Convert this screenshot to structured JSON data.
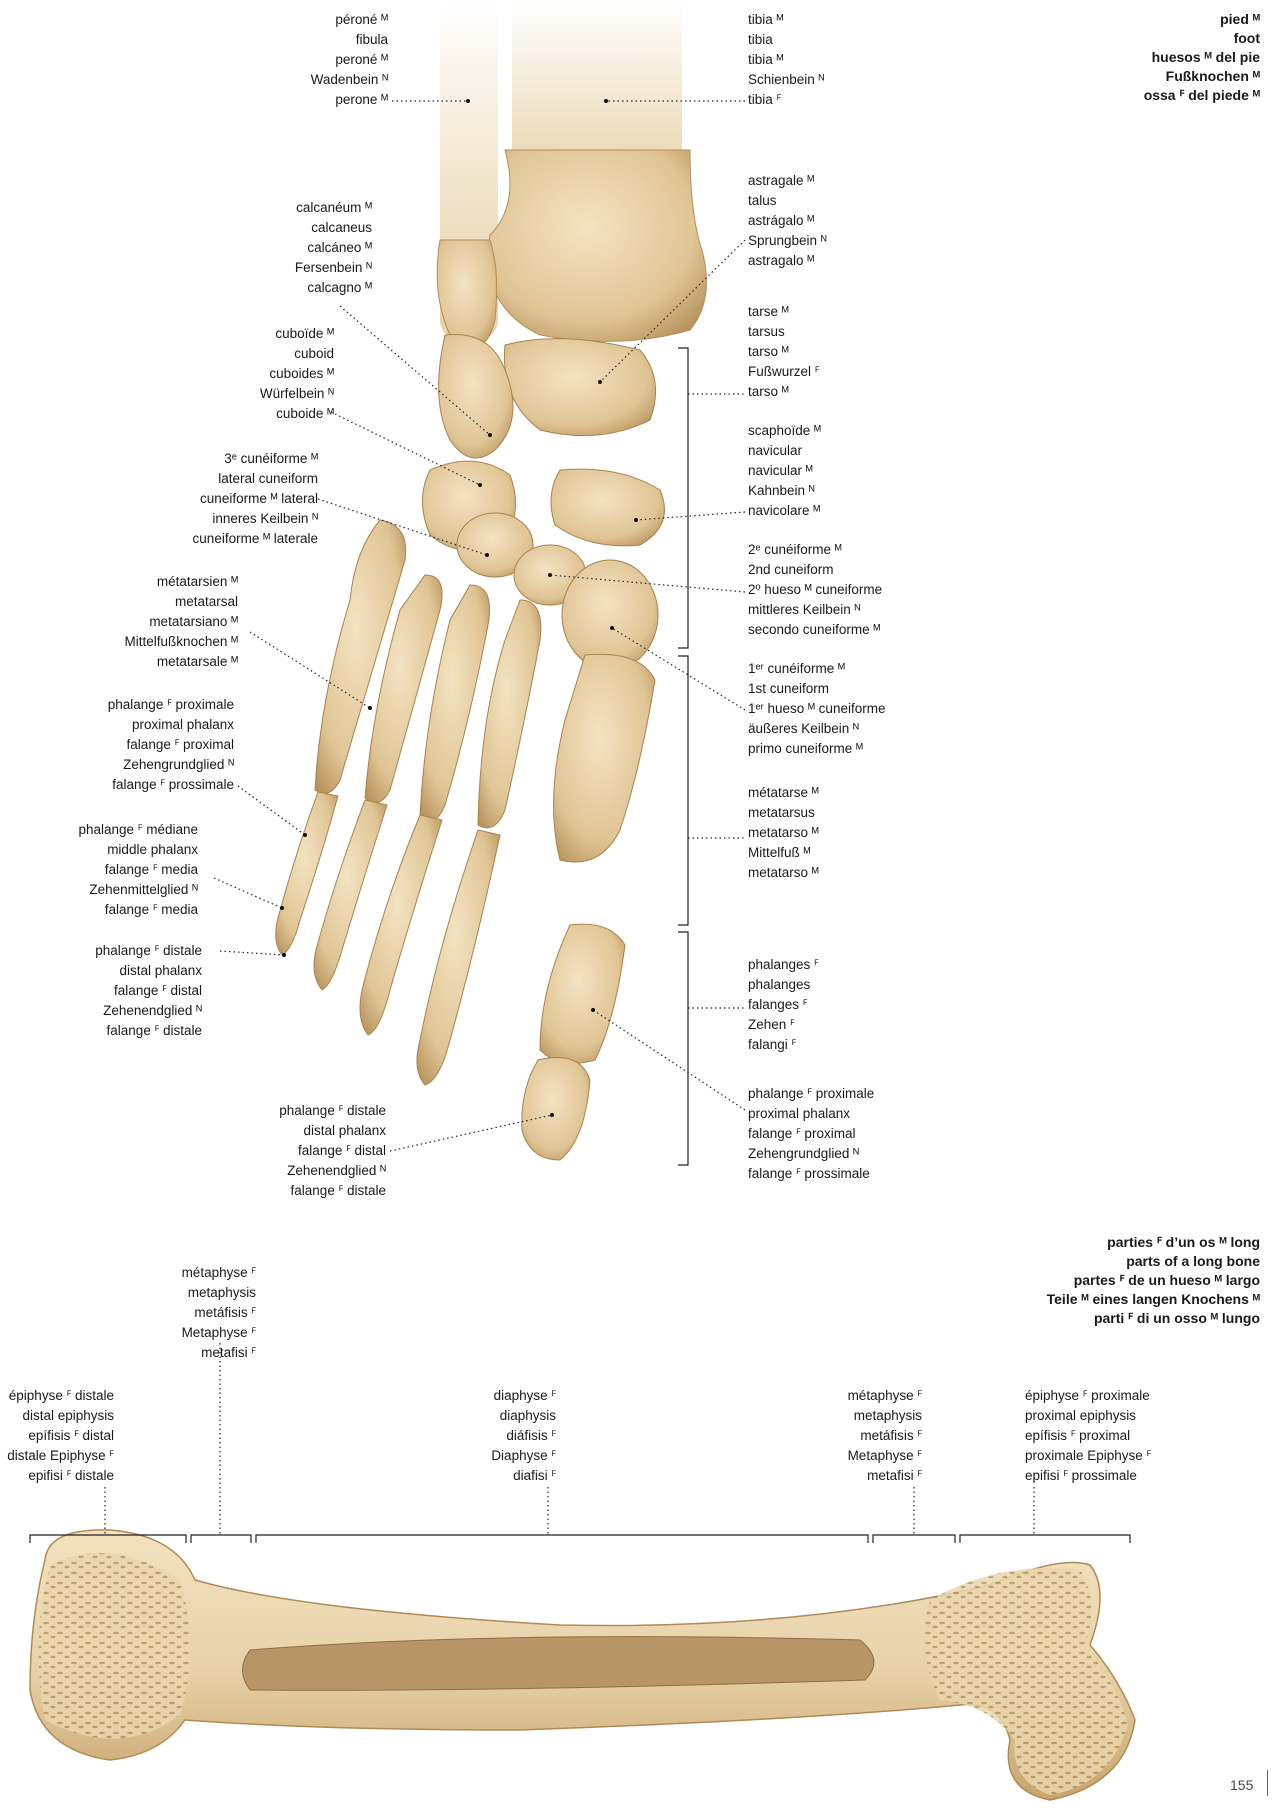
{
  "foot_title": [
    "pied ᴹ",
    "foot",
    "huesos ᴹ del pie",
    "Fußknochen ᴹ",
    "ossa ꟳ del piede ᴹ"
  ],
  "bone_title": [
    "parties ꟳ d’un os ᴹ long",
    "parts of a long bone",
    "partes ꟳ de un hueso ᴹ largo",
    "Teile ᴹ eines langen Knochens ᴹ",
    "parti ꟳ di un osso ᴹ lungo"
  ],
  "foot_labels": {
    "perone": [
      "péroné ᴹ",
      "fibula",
      "peroné ᴹ",
      "Wadenbein ᴺ",
      "perone ᴹ"
    ],
    "tibia": [
      "tibia ᴹ",
      "tibia",
      "tibia ᴹ",
      "Schienbein ᴺ",
      "tibia ꟳ"
    ],
    "calcaneum": [
      "calcanéum ᴹ",
      "calcaneus",
      "calcáneo ᴹ",
      "Fersenbein ᴺ",
      "calcagno ᴹ"
    ],
    "astragale": [
      "astragale ᴹ",
      "talus",
      "astrágalo ᴹ",
      "Sprungbein ᴺ",
      "astragalo ᴹ"
    ],
    "tarse": [
      "tarse ᴹ",
      "tarsus",
      "tarso ᴹ",
      "Fußwurzel ꟳ",
      "tarso ᴹ"
    ],
    "cuboide": [
      "cuboïde ᴹ",
      "cuboid",
      "cuboides ᴹ",
      "Würfelbein ᴺ",
      "cuboide ᴹ"
    ],
    "scaphoide": [
      "scaphoïde ᴹ",
      "navicular",
      "navicular ᴹ",
      "Kahnbein ᴺ",
      "navicolare ᴹ"
    ],
    "cuneiforme3": [
      "3ᵉ cunéiforme ᴹ",
      "lateral cuneiform",
      "cuneiforme ᴹ lateral",
      "inneres Keilbein ᴺ",
      "cuneiforme ᴹ laterale"
    ],
    "cuneiforme2": [
      "2ᵉ cunéiforme ᴹ",
      "2nd cuneiform",
      "2º hueso ᴹ cuneiforme",
      "mittleres Keilbein ᴺ",
      "secondo cuneiforme ᴹ"
    ],
    "metatarsien": [
      "métatarsien ᴹ",
      "metatarsal",
      "metatarsiano ᴹ",
      "Mittelfußknochen ᴹ",
      "metatarsale ᴹ"
    ],
    "cuneiforme1": [
      "1ᵉʳ cunéiforme ᴹ",
      "1st cuneiform",
      "1ᵉʳ hueso ᴹ cuneiforme",
      "äußeres Keilbein ᴺ",
      "primo cuneiforme ᴹ"
    ],
    "phal_prox_left": [
      "phalange ꟳ proximale",
      "proximal phalanx",
      "falange ꟳ proximal",
      "Zehengrundglied ᴺ",
      "falange ꟳ prossimale"
    ],
    "metatarse": [
      "métatarse ᴹ",
      "metatarsus",
      "metatarso ᴹ",
      "Mittelfuß ᴹ",
      "metatarso ᴹ"
    ],
    "phal_mid": [
      "phalange ꟳ médiane",
      "middle phalanx",
      "falange ꟳ media",
      "Zehenmittelglied ᴺ",
      "falange ꟳ media"
    ],
    "phal_dist_left": [
      "phalange ꟳ distale",
      "distal phalanx",
      "falange ꟳ distal",
      "Zehenendglied ᴺ",
      "falange ꟳ distale"
    ],
    "phalanges": [
      "phalanges ꟳ",
      "phalanges",
      "falanges ꟳ",
      "Zehen ꟳ",
      "falangi ꟳ"
    ],
    "phal_prox_right": [
      "phalange ꟳ proximale",
      "proximal phalanx",
      "falange ꟳ proximal",
      "Zehengrundglied ᴺ",
      "falange ꟳ prossimale"
    ],
    "phal_dist_bottom": [
      "phalange ꟳ distale",
      "distal phalanx",
      "falange ꟳ distal",
      "Zehenendglied ᴺ",
      "falange ꟳ distale"
    ]
  },
  "bone_labels": {
    "epiphyse_distale": [
      "épiphyse ꟳ distale",
      "distal epiphysis",
      "epífisis ꟳ distal",
      "distale Epiphyse ꟳ",
      "epifisi ꟳ distale"
    ],
    "metaphyse_left": [
      "métaphyse ꟳ",
      "metaphysis",
      "metáfisis ꟳ",
      "Metaphyse ꟳ",
      "metafisi ꟳ"
    ],
    "diaphyse": [
      "diaphyse ꟳ",
      "diaphysis",
      "diáfisis ꟳ",
      "Diaphyse ꟳ",
      "diafisi ꟳ"
    ],
    "metaphyse_right": [
      "métaphyse ꟳ",
      "metaphysis",
      "metáfisis ꟳ",
      "Metaphyse ꟳ",
      "metafisi ꟳ"
    ],
    "epiphyse_proximale": [
      "épiphyse ꟳ proximale",
      "proximal epiphysis",
      "epífisis ꟳ proximal",
      "proximale Epiphyse ꟳ",
      "epifisi ꟳ prossimale"
    ]
  },
  "page_number": "155",
  "colors": {
    "bone": "#e8d4ac",
    "bone_shade": "#c9ab78",
    "bone_dark": "#9c7e52",
    "leader": "#222222"
  }
}
